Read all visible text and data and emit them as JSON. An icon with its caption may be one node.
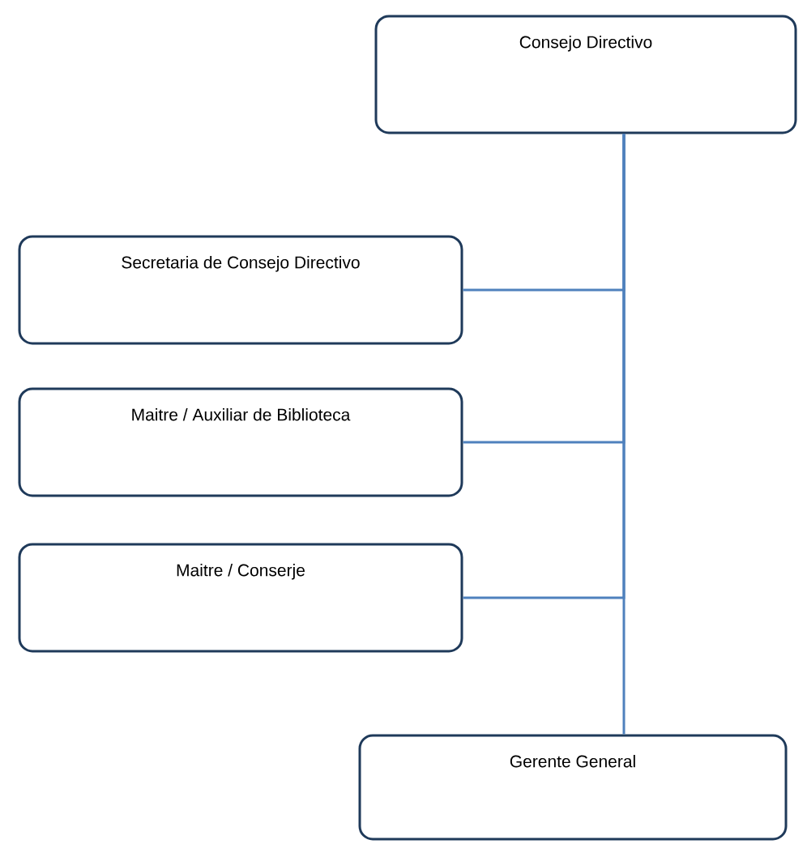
{
  "diagram": {
    "nodes": [
      {
        "text": [
          "Consejo Directivo"
        ]
      },
      {
        "text": [
          "Secretaria de Consejo Directivo"
        ]
      },
      {
        "text": [
          "Maitre / Auxiliar de Biblioteca"
        ]
      },
      {
        "text": [
          "Maitre / Conserje"
        ]
      },
      {
        "text": [
          "Gerente General"
        ]
      }
    ],
    "edges": [
      {
        "from": 0,
        "to": 1,
        "arrow": "none"
      },
      {
        "from": 0,
        "to": 2,
        "arrow": "none"
      },
      {
        "from": 0,
        "to": 3,
        "arrow": "none"
      },
      {
        "from": 0,
        "to": 4,
        "arrow": "none"
      }
    ]
  }
}
